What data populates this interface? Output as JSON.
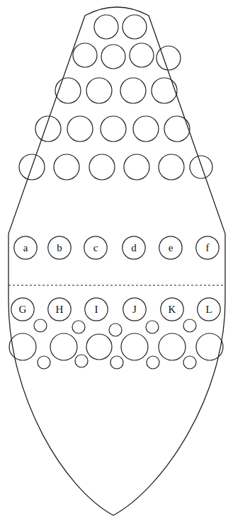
{
  "diagram": {
    "nodes": [
      {
        "text": [
          "a"
        ]
      },
      {
        "text": [
          "b"
        ]
      },
      {
        "text": [
          "c"
        ]
      },
      {
        "text": [
          "d"
        ]
      },
      {
        "text": [
          "e"
        ]
      },
      {
        "text": [
          "f"
        ]
      },
      {
        "text": [
          "G"
        ]
      },
      {
        "text": [
          "H"
        ]
      },
      {
        "text": [
          "I"
        ]
      },
      {
        "text": [
          "J"
        ]
      },
      {
        "text": [
          "K"
        ]
      },
      {
        "text": [
          "L"
        ]
      }
    ]
  }
}
